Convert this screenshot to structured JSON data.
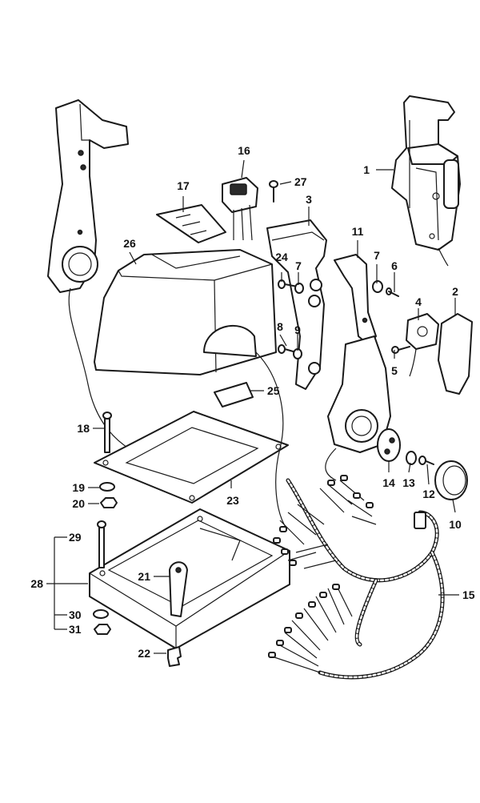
{
  "callouts": {
    "c1": "1",
    "c2": "2",
    "c3": "3",
    "c4": "4",
    "c5": "5",
    "c6": "6",
    "c7a": "7",
    "c7b": "7",
    "c8": "8",
    "c9": "9",
    "c10": "10",
    "c11": "11",
    "c12": "12",
    "c13": "13",
    "c14": "14",
    "c15": "15",
    "c16": "16",
    "c17": "17",
    "c18": "18",
    "c19": "19",
    "c20": "20",
    "c21": "21",
    "c22": "22",
    "c23": "23",
    "c24": "24",
    "c25": "25",
    "c26": "26",
    "c27": "27",
    "c28": "28",
    "c29": "29",
    "c30": "30",
    "c31": "31"
  }
}
